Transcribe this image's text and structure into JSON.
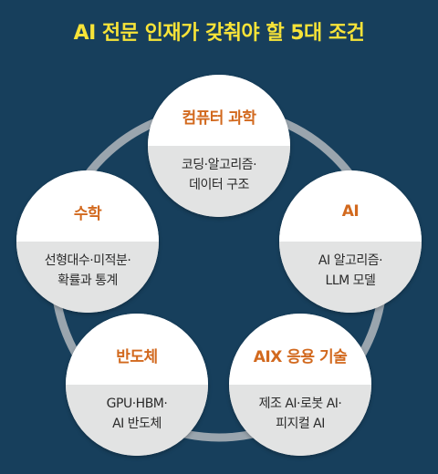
{
  "title": "AI 전문 인재가 갖춰야 할 5대 조건",
  "nodes": [
    {
      "heading": "컴퓨터 과학",
      "lines": [
        "코딩·알고리즘·",
        "데이터 구조"
      ]
    },
    {
      "heading": "AI",
      "lines": [
        "AI 알고리즘·",
        "LLM 모델"
      ]
    },
    {
      "heading": "AIX 응용 기술",
      "lines": [
        "제조 AI·로봇 AI·",
        "피지컬 AI"
      ]
    },
    {
      "heading": "반도체",
      "lines": [
        "GPU·HBM·",
        "AI 반도체"
      ]
    },
    {
      "heading": "수학",
      "lines": [
        "선형대수·미적분·",
        "확률과 통계"
      ]
    }
  ],
  "colors": {
    "background": "#173f5c",
    "title": "#f7e338",
    "heading": "#d2691e",
    "ring": "#9aa5ae",
    "circle_bottom": "#e2e3e3"
  }
}
